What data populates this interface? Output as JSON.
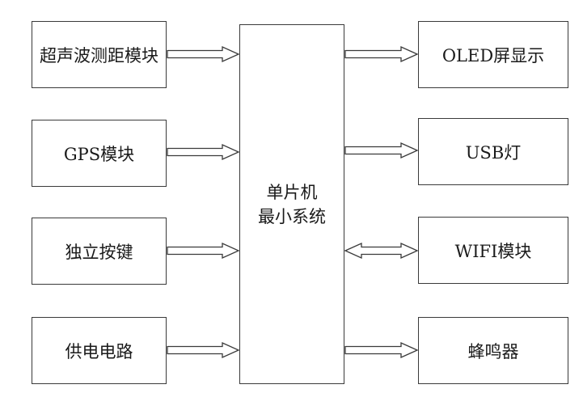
{
  "diagram": {
    "center": {
      "line1": "单片机",
      "line2": "最小系统"
    },
    "left_modules": [
      {
        "label": "超声波测距模块",
        "direction": "in"
      },
      {
        "label": "GPS模块",
        "direction": "in"
      },
      {
        "label": "独立按键",
        "direction": "in"
      },
      {
        "label": "供电电路",
        "direction": "in"
      }
    ],
    "right_modules": [
      {
        "label": "OLED屏显示",
        "direction": "out"
      },
      {
        "label": "USB灯",
        "direction": "out"
      },
      {
        "label": "WIFI模块",
        "direction": "both"
      },
      {
        "label": "蜂鸣器",
        "direction": "out"
      }
    ],
    "colors": {
      "stroke": "#3a3a3a",
      "text": "#1a1a1a",
      "fill": "#ffffff"
    }
  }
}
